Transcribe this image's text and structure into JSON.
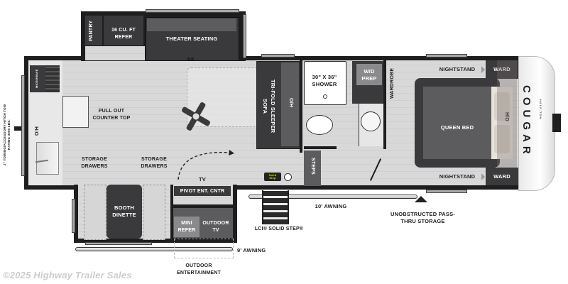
{
  "floorplan": {
    "brand": "COUGAR",
    "brand_sub": "HALF-TON",
    "hitch_note": "2\" TOWING/ACCESSORY HITCH TOW RATING 3000 LBS.",
    "rooms": {
      "pantry": "PANTRY",
      "refer": "16 CU. FT REFER",
      "theater_seating": "THEATER SEATING",
      "microwave": "MICROWAVE",
      "oh_kitchen": "O/H",
      "pull_out_counter": "PULL OUT COUNTER TOP",
      "storage_drawers_1": "STORAGE DRAWERS",
      "storage_drawers_2": "STORAGE DRAWERS",
      "booth_dinette": "BOOTH DINETTE",
      "tv": "TV",
      "pivot_ent": "PIVOT ENT. CNTR",
      "mini_refer": "MINI REFER",
      "outdoor_tv": "OUTDOOR TV",
      "sleeper_sofa": "TRI-FOLD SLEEPER SOFA",
      "oh_sofa": "O/H",
      "shower": "30\" X 36\" SHOWER",
      "wd_prep": "W/D PREP",
      "wardrobe": "WARDROBE",
      "steps": "STEPS",
      "nightstand_top": "NIGHTSTAND",
      "ward_top": "WARD",
      "queen_bed": "QUEEN BED",
      "oh_bed": "H/O",
      "nightstand_bottom": "NIGHTSTAND",
      "ward_bottom": "WARD"
    },
    "exterior": {
      "awning_10": "10' AWNING",
      "awning_9": "9' AWNING",
      "solid_step": "LCI® SOLID STEP®",
      "pass_thru": "UNOBSTRUCTED PASS-THRU STORAGE",
      "outdoor_ent": "OUTDOOR ENTERTAINMENT",
      "solid_step_badge": "Solid Step"
    },
    "watermark": "©2025 Highway Trailer Sales"
  }
}
